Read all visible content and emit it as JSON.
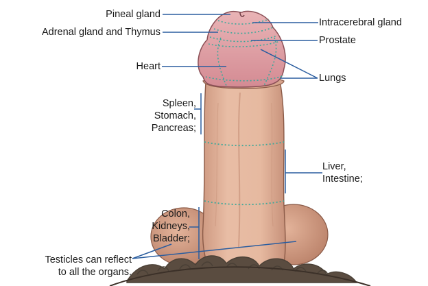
{
  "labels": {
    "pineal_gland": "Pineal gland",
    "adrenal_thymus": "Adrenal gland and Thymus",
    "heart": "Heart",
    "spleen_stomach_pancreas": [
      "Spleen,",
      "Stomach,",
      "Pancreas;"
    ],
    "colon_kidneys_bladder": [
      "Colon,",
      "Kidneys,",
      "Bladder;"
    ],
    "testicles": [
      "Testicles can reflect",
      "to all the organs."
    ],
    "intracerebral_gland": "Intracerebral gland",
    "prostate": "Prostate",
    "lungs": "Lungs",
    "liver_intestine": [
      "Liver,",
      "Intestine;"
    ]
  },
  "colors": {
    "leader_line": "#2a5d9f",
    "zone_line": "#3aa89a",
    "skin": "#e2b39a",
    "skin_shade": "#c98f78",
    "glans": "#dc9fa4",
    "glans_shade": "#c97f87",
    "hair": "#4a4036"
  }
}
